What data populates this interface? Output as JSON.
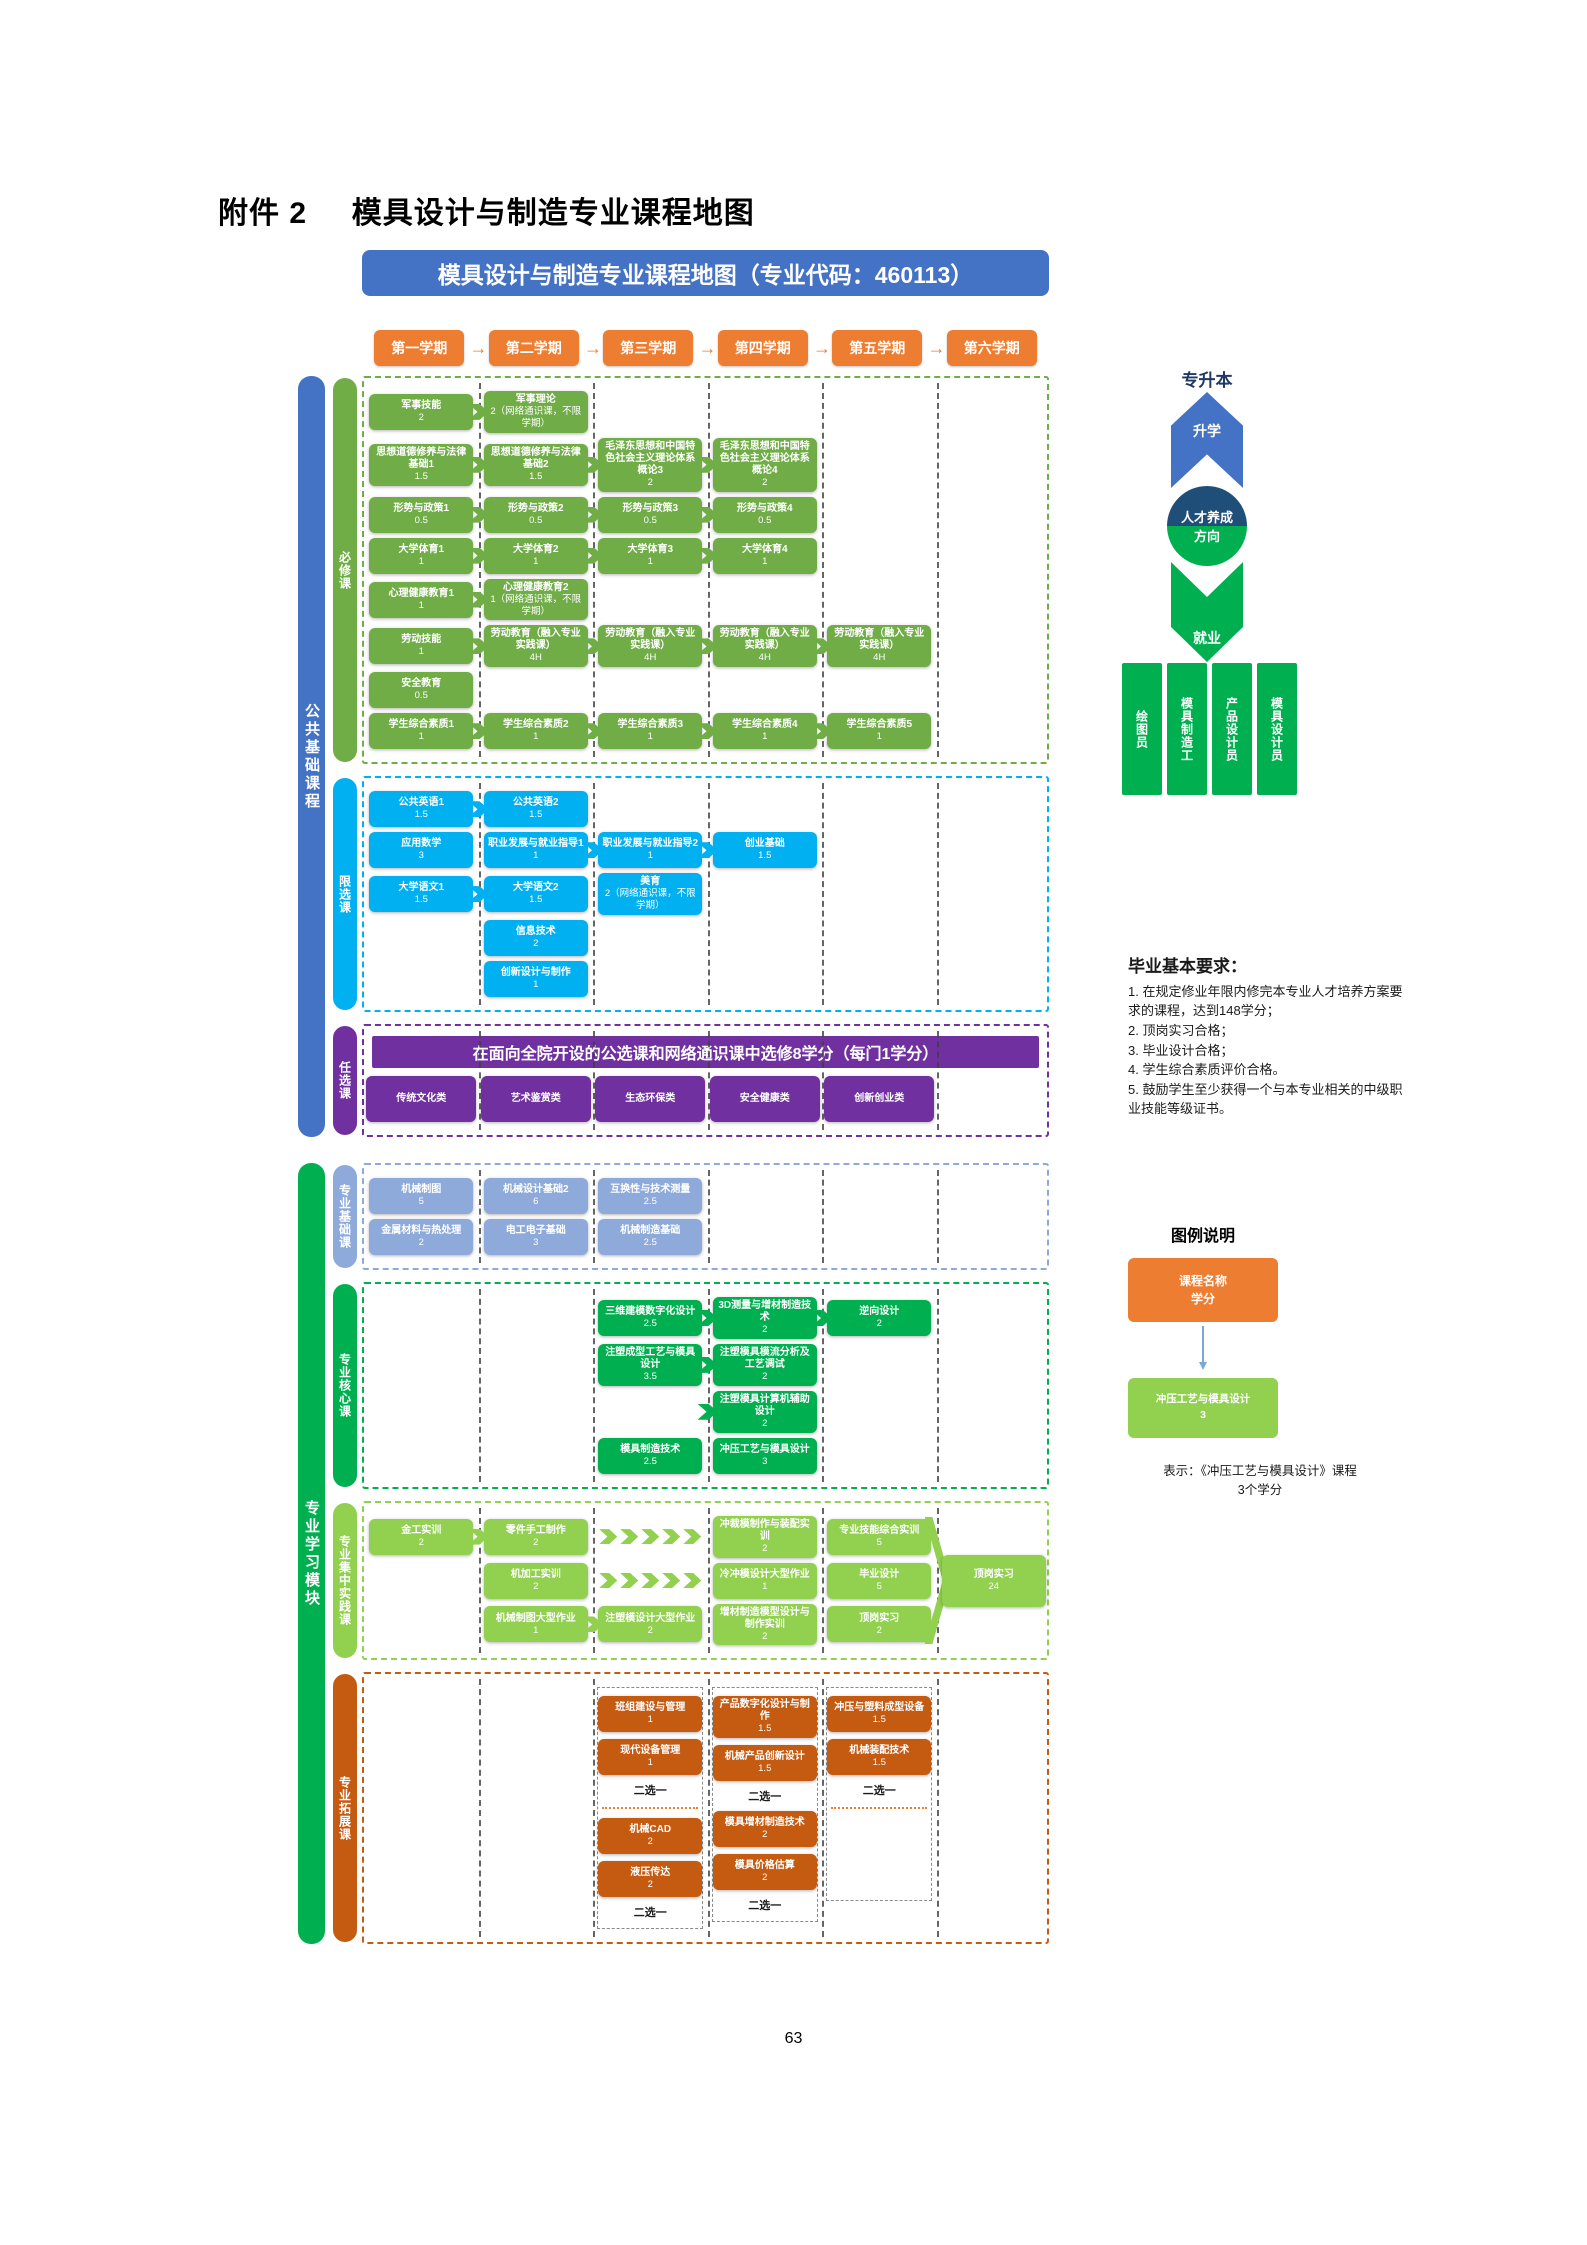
{
  "page": {
    "attachment_label": "附件 2",
    "title": "模具设计与制造专业课程地图",
    "page_number": "63"
  },
  "header": {
    "title": "模具设计与制造专业课程地图（专业代码：460113）"
  },
  "semesters": [
    "第一学期",
    "第二学期",
    "第三学期",
    "第四学期",
    "第五学期",
    "第六学期"
  ],
  "rails": {
    "public": {
      "label": "公共基础课程",
      "color": "#4472c4"
    },
    "module": {
      "label": "专业学习模块",
      "color": "#00b050"
    }
  },
  "colors": {
    "header_blue": "#4472c4",
    "semester_orange": "#ed7d31",
    "required_green": "#70ad47",
    "limited_cyan": "#00b0f0",
    "elective_purple": "#7030a0",
    "foundation_blue": "#8eaadb",
    "core_green": "#00b050",
    "practice_green": "#92d050",
    "expansion_orange": "#c55a11",
    "circle_top_blue": "#1f4e79",
    "path_blue": "#4472c4",
    "path_green": "#00b050",
    "legend_arrow_blue": "#7ba7dc"
  },
  "sections": [
    {
      "id": "required",
      "rail_label": "必修课",
      "type": "grid",
      "box_color": "#70ad47",
      "border_color": "#70ad47",
      "rail_color": "#70ad47",
      "rows": [
        [
          {
            "col": 0,
            "name": "军事技能",
            "credit": "2",
            "arrow": true
          },
          {
            "col": 1,
            "name": "军事理论",
            "credit": "2（网络通识课，不限学期）"
          }
        ],
        [
          {
            "col": 0,
            "name": "思想道德修养与法律基础1",
            "credit": "1.5",
            "arrow": true
          },
          {
            "col": 1,
            "name": "思想道德修养与法律基础2",
            "credit": "1.5",
            "arrow": true
          },
          {
            "col": 2,
            "name": "毛泽东思想和中国特色社会主义理论体系概论3",
            "credit": "2",
            "arrow": true
          },
          {
            "col": 3,
            "name": "毛泽东思想和中国特色社会主义理论体系概论4",
            "credit": "2"
          }
        ],
        [
          {
            "col": 0,
            "name": "形势与政策1",
            "credit": "0.5",
            "arrow": true
          },
          {
            "col": 1,
            "name": "形势与政策2",
            "credit": "0.5",
            "arrow": true
          },
          {
            "col": 2,
            "name": "形势与政策3",
            "credit": "0.5",
            "arrow": true
          },
          {
            "col": 3,
            "name": "形势与政策4",
            "credit": "0.5"
          }
        ],
        [
          {
            "col": 0,
            "name": "大学体育1",
            "credit": "1",
            "arrow": true
          },
          {
            "col": 1,
            "name": "大学体育2",
            "credit": "1",
            "arrow": true
          },
          {
            "col": 2,
            "name": "大学体育3",
            "credit": "1",
            "arrow": true
          },
          {
            "col": 3,
            "name": "大学体育4",
            "credit": "1"
          }
        ],
        [
          {
            "col": 0,
            "name": "心理健康教育1",
            "credit": "1",
            "arrow": true
          },
          {
            "col": 1,
            "name": "心理健康教育2",
            "credit": "1（网络通识课，不限学期）"
          }
        ],
        [
          {
            "col": 0,
            "name": "劳动技能",
            "credit": "1",
            "arrow": true
          },
          {
            "col": 1,
            "name": "劳动教育（融入专业实践课）",
            "credit": "4H",
            "arrow": true
          },
          {
            "col": 2,
            "name": "劳动教育（融入专业实践课）",
            "credit": "4H",
            "arrow": true
          },
          {
            "col": 3,
            "name": "劳动教育（融入专业实践课）",
            "credit": "4H",
            "arrow": true
          },
          {
            "col": 4,
            "name": "劳动教育（融入专业实践课）",
            "credit": "4H"
          }
        ],
        [
          {
            "col": 0,
            "name": "安全教育",
            "credit": "0.5"
          }
        ],
        [
          {
            "col": 0,
            "name": "学生综合素质1",
            "credit": "1",
            "arrow": true
          },
          {
            "col": 1,
            "name": "学生综合素质2",
            "credit": "1",
            "arrow": true
          },
          {
            "col": 2,
            "name": "学生综合素质3",
            "credit": "1",
            "arrow": true
          },
          {
            "col": 3,
            "name": "学生综合素质4",
            "credit": "1",
            "arrow": true
          },
          {
            "col": 4,
            "name": "学生综合素质5",
            "credit": "1"
          }
        ]
      ]
    },
    {
      "id": "limited",
      "rail_label": "限选课",
      "type": "grid",
      "box_color": "#00b0f0",
      "border_color": "#00b0f0",
      "rail_color": "#00b0f0",
      "rows": [
        [
          {
            "col": 0,
            "name": "公共英语1",
            "credit": "1.5",
            "arrow": true
          },
          {
            "col": 1,
            "name": "公共英语2",
            "credit": "1.5"
          }
        ],
        [
          {
            "col": 0,
            "name": "应用数学",
            "credit": "3"
          },
          {
            "col": 1,
            "name": "职业发展与就业指导1",
            "credit": "1",
            "arrow": true
          },
          {
            "col": 2,
            "name": "职业发展与就业指导2",
            "credit": "1",
            "arrow": true
          },
          {
            "col": 3,
            "name": "创业基础",
            "credit": "1.5"
          }
        ],
        [
          {
            "col": 0,
            "name": "大学语文1",
            "credit": "1.5",
            "arrow": true
          },
          {
            "col": 1,
            "name": "大学语文2",
            "credit": "1.5"
          },
          {
            "col": 2,
            "name": "美育",
            "credit": "2（网络通识课，不限学期）"
          }
        ],
        [
          {
            "col": 1,
            "name": "信息技术",
            "credit": "2"
          }
        ],
        [
          {
            "col": 1,
            "name": "创新设计与制作",
            "credit": "1"
          }
        ]
      ]
    },
    {
      "id": "elective",
      "rail_label": "任选课",
      "type": "banner",
      "box_color": "#7030a0",
      "border_color": "#7030a0",
      "rail_color": "#7030a0",
      "banner": "在面向全院开设的公选课和网络通识课中选修8学分（每门1学分）",
      "items": [
        {
          "col": 0,
          "name": "传统文化类"
        },
        {
          "col": 1,
          "name": "艺术鉴赏类"
        },
        {
          "col": 2,
          "name": "生态环保类"
        },
        {
          "col": 3,
          "name": "安全健康类"
        },
        {
          "col": 4,
          "name": "创新创业类"
        }
      ]
    },
    {
      "id": "foundation",
      "rail_label": "专业基础课",
      "type": "grid",
      "gap_before": true,
      "box_color": "#8eaadb",
      "border_color": "#8eaadb",
      "rail_color": "#8eaadb",
      "rows": [
        [
          {
            "col": 0,
            "name": "机械制图",
            "credit": "5"
          },
          {
            "col": 1,
            "name": "机械设计基础2",
            "credit": "6"
          },
          {
            "col": 2,
            "name": "互换性与技术测量",
            "credit": "2.5"
          }
        ],
        [
          {
            "col": 0,
            "name": "金属材料与热处理",
            "credit": "2"
          },
          {
            "col": 1,
            "name": "电工电子基础",
            "credit": "3"
          },
          {
            "col": 2,
            "name": "机械制造基础",
            "credit": "2.5"
          }
        ]
      ]
    },
    {
      "id": "core",
      "rail_label": "专业核心课",
      "type": "grid",
      "box_color": "#00b050",
      "border_color": "#00b050",
      "rail_color": "#00b050",
      "rows": [
        [
          {
            "col": 2,
            "name": "三维建模数字化设计",
            "credit": "2.5",
            "arrow": true
          },
          {
            "col": 3,
            "name": "3D测量与增材制造技术",
            "credit": "2",
            "arrow": true
          },
          {
            "col": 4,
            "name": "逆向设计",
            "credit": "2"
          }
        ],
        [
          {
            "col": 2,
            "name": "注塑成型工艺与模具设计",
            "credit": "3.5",
            "arrow": true
          },
          {
            "col": 3,
            "name": "注塑模具模流分析及工艺调试",
            "credit": "2"
          }
        ],
        [
          {
            "col": 3,
            "name": "注塑模具计算机辅助设计",
            "credit": "2",
            "arrow_before": true
          }
        ],
        [
          {
            "col": 2,
            "name": "模具制造技术",
            "credit": "2.5"
          },
          {
            "col": 3,
            "name": "冲压工艺与模具设计",
            "credit": "3"
          }
        ]
      ]
    },
    {
      "id": "practice",
      "rail_label": "专业集中实践课",
      "type": "grid",
      "box_color": "#92d050",
      "border_color": "#92d050",
      "rail_color": "#92d050",
      "rows": [
        [
          {
            "col": 0,
            "name": "金工实训",
            "credit": "2",
            "arrow": true
          },
          {
            "col": 1,
            "name": "零件手工制作",
            "credit": "2"
          },
          {
            "col": 2,
            "chevrons": 5
          },
          {
            "col": 3,
            "name": "冲裁模制作与装配实训",
            "credit": "2"
          },
          {
            "col": 4,
            "name": "专业技能综合实训",
            "credit": "5"
          }
        ],
        [
          {
            "col": 1,
            "name": "机加工实训",
            "credit": "2"
          },
          {
            "col": 2,
            "chevrons": 5
          },
          {
            "col": 3,
            "name": "冷冲模设计大型作业",
            "credit": "1"
          },
          {
            "col": 4,
            "name": "毕业设计",
            "credit": "5"
          }
        ],
        [
          {
            "col": 1,
            "name": "机械制图大型作业",
            "credit": "1",
            "arrow": true
          },
          {
            "col": 2,
            "name": "注塑模设计大型作业",
            "credit": "2"
          },
          {
            "col": 3,
            "name": "增材制造模型设计与制作实训",
            "credit": "2"
          },
          {
            "col": 4,
            "name": "顶岗实习",
            "credit": "2"
          }
        ]
      ],
      "extra": {
        "final": {
          "name": "顶岗实习",
          "credit": "24"
        }
      }
    },
    {
      "id": "expansion",
      "rail_label": "专业拓展课",
      "type": "groups",
      "box_color": "#c55a11",
      "border_color": "#c55a11",
      "rail_color": "#c55a11",
      "columns": [
        {
          "col": 2,
          "groups": [
            {
              "items": [
                {
                  "name": "班组建设与管理",
                  "credit": "1"
                },
                {
                  "name": "现代设备管理",
                  "credit": "1"
                }
              ],
              "caption": "二选一",
              "divider_after": true
            },
            {
              "items": [
                {
                  "name": "机械CAD",
                  "credit": "2"
                },
                {
                  "name": "液压传达",
                  "credit": "2"
                }
              ],
              "caption": "二选一"
            }
          ]
        },
        {
          "col": 3,
          "groups": [
            {
              "items": [
                {
                  "name": "产品数字化设计与制作",
                  "credit": "1.5"
                },
                {
                  "name": "机械产品创新设计",
                  "credit": "1.5"
                }
              ],
              "caption": "二选一"
            },
            {
              "items": [
                {
                  "name": "模具增材制造技术",
                  "credit": "2"
                },
                {
                  "name": "模具价格估算",
                  "credit": "2"
                }
              ],
              "caption": "二选一"
            }
          ]
        },
        {
          "col": 4,
          "groups": [
            {
              "items": [
                {
                  "name": "冲压与塑料成型设备",
                  "credit": "1.5"
                },
                {
                  "name": "机械装配技术",
                  "credit": "1.5"
                }
              ],
              "caption": "二选一",
              "divider_after": true
            }
          ]
        }
      ]
    }
  ],
  "pathway": {
    "top_label": "专升本",
    "up_arrow_label": "升学",
    "circle_line1": "人才养成",
    "circle_line2": "方向",
    "down_arrow_label": "就业",
    "jobs": [
      "绘图员",
      "模具制造工",
      "产品设计员",
      "模具设计员"
    ]
  },
  "requirements": {
    "title": "毕业基本要求：",
    "items": [
      "1. 在规定修业年限内修完本专业人才培养方案要求的课程，达到148学分；",
      "2. 顶岗实习合格；",
      "3. 毕业设计合格；",
      "4. 学生综合素质评价合格。",
      "5. 鼓励学生至少获得一个与本专业相关的中级职业技能等级证书。"
    ]
  },
  "legend": {
    "title": "图例说明",
    "sample_top_line1": "课程名称",
    "sample_top_line2": "学分",
    "sample_bottom_name": "冲压工艺与模具设计",
    "sample_bottom_credit": "3",
    "caption_line1": "表示：《冲压工艺与模具设计》课程",
    "caption_line2": "3个学分"
  }
}
